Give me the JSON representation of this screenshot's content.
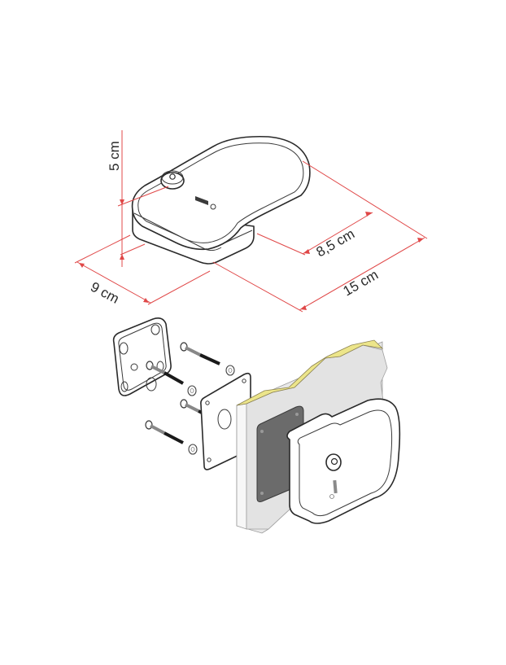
{
  "diagram": {
    "title": "",
    "dimensions": {
      "height": "5 cm",
      "depth": "9 cm",
      "width_inner": "8,5 cm",
      "width_total": "15 cm"
    },
    "colors": {
      "dimension_line": "#e04848",
      "insulation": "#ece58a",
      "gasket": "#6b6b6b",
      "wall": "#e6e6e6",
      "outline": "#2a2a2a"
    },
    "parts": [
      {
        "name": "device-top-view",
        "label": "Holder body (dimensioned)"
      },
      {
        "name": "inner-backplate",
        "label": "Inner backing plate with 4 holes"
      },
      {
        "name": "screws",
        "label": "4 screws"
      },
      {
        "name": "washers",
        "label": "4 washers"
      },
      {
        "name": "counter-plate",
        "label": "Counter plate"
      },
      {
        "name": "wall-section",
        "label": "Wall section with insulation"
      },
      {
        "name": "gasket",
        "label": "Gray gasket"
      },
      {
        "name": "device-mounted",
        "label": "Mounted holder body"
      }
    ]
  }
}
